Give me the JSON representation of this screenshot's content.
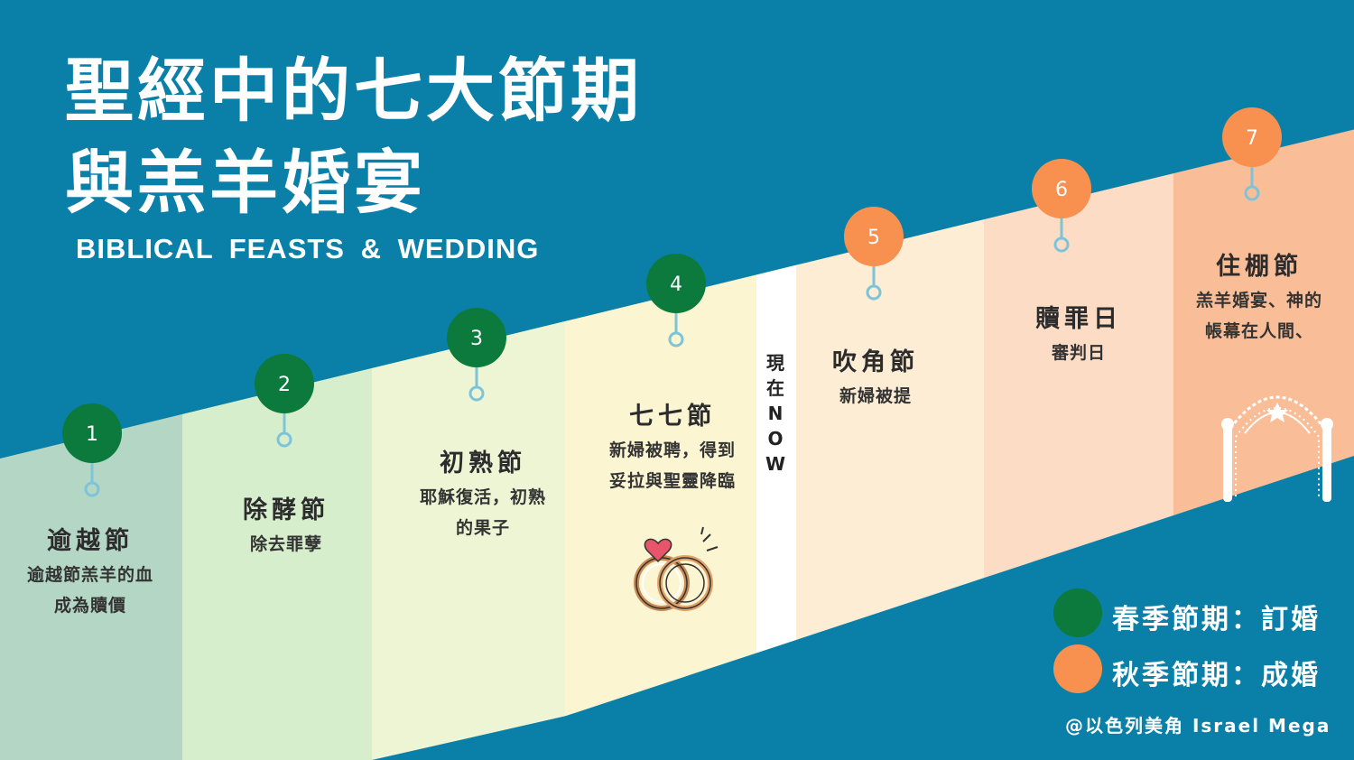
{
  "title": {
    "line1": "聖經中的七大節期",
    "line2": "與羔羊婚宴",
    "subtitle": "BIBLICAL FEASTS & WEDDING"
  },
  "feasts": [
    {
      "number": "1",
      "name": "逾越節",
      "desc": [
        "逾越節羔羊的血",
        "成為贖價"
      ],
      "season": "spring",
      "color": "#b4d6c4"
    },
    {
      "number": "2",
      "name": "除酵節",
      "desc": [
        "除去罪孽"
      ],
      "season": "spring",
      "color": "#d6eecb"
    },
    {
      "number": "3",
      "name": "初熟節",
      "desc": [
        "耶穌復活，初熟",
        "的果子"
      ],
      "season": "spring",
      "color": "#eef5d5"
    },
    {
      "number": "4",
      "name": "七七節",
      "desc": [
        "新婦被聘，得到",
        "妥拉與聖靈降臨"
      ],
      "season": "spring",
      "color": "#fbf5d2"
    },
    {
      "number": "5",
      "name": "吹角節",
      "desc": [
        "新婦被提"
      ],
      "season": "autumn",
      "color": "#fdedd5"
    },
    {
      "number": "6",
      "name": "贖罪日",
      "desc": [
        "審判日"
      ],
      "season": "autumn",
      "color": "#fcdcc5"
    },
    {
      "number": "7",
      "name": "住棚節",
      "desc": [
        "羔羊婚宴、神的",
        "帳幕在人間、"
      ],
      "season": "autumn",
      "color": "#f9be98"
    }
  ],
  "now_marker": {
    "label": [
      "現",
      "在",
      "N",
      "O",
      "W"
    ]
  },
  "legend": [
    {
      "label": "春季節期：訂婚",
      "color": "#0b7a3c"
    },
    {
      "label": "秋季節期：成婚",
      "color": "#f8904f"
    }
  ],
  "credit": "@以色列美角 Israel Mega",
  "colors": {
    "background": "#0a80a8",
    "spring_marker": "#0b7a3c",
    "autumn_marker": "#f8904f",
    "connector": "#7ec4d8"
  },
  "icons": {
    "rings": "wedding-rings-icon",
    "arch": "wedding-arch-icon"
  }
}
